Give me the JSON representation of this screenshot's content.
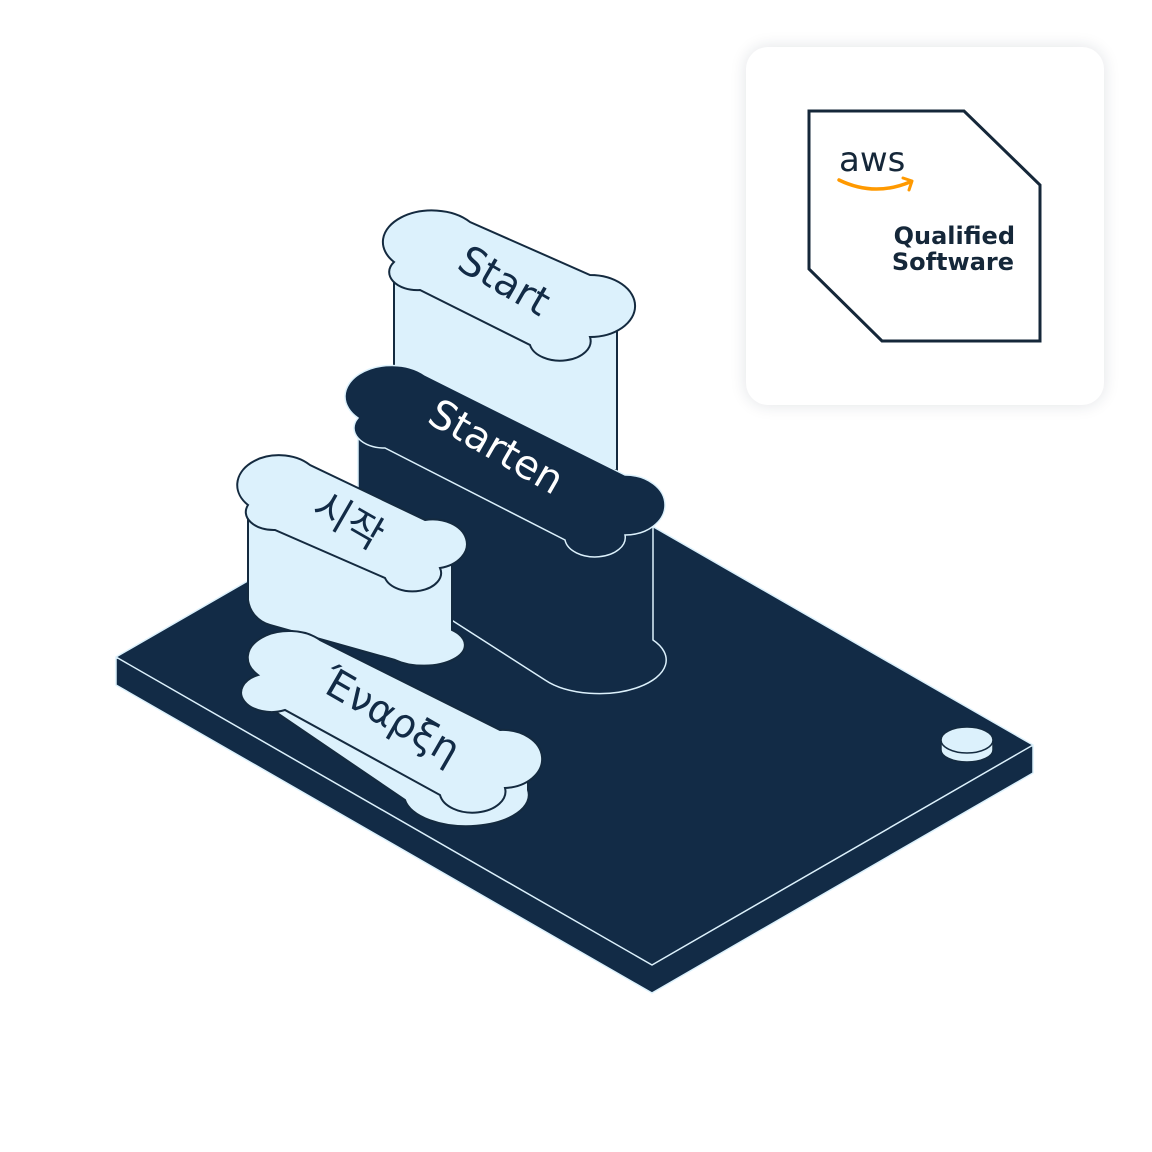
{
  "keys": [
    {
      "label": "Start"
    },
    {
      "label": "Starten"
    },
    {
      "label": "시작"
    },
    {
      "label": "Έναρξη"
    }
  ],
  "badge": {
    "brand": "aws",
    "line1": "Qualified",
    "line2": "Software"
  },
  "colors": {
    "navy": "#122b46",
    "light_blue": "#dcf1fc",
    "outline": "#142a3f",
    "smile": "#ff9900"
  }
}
